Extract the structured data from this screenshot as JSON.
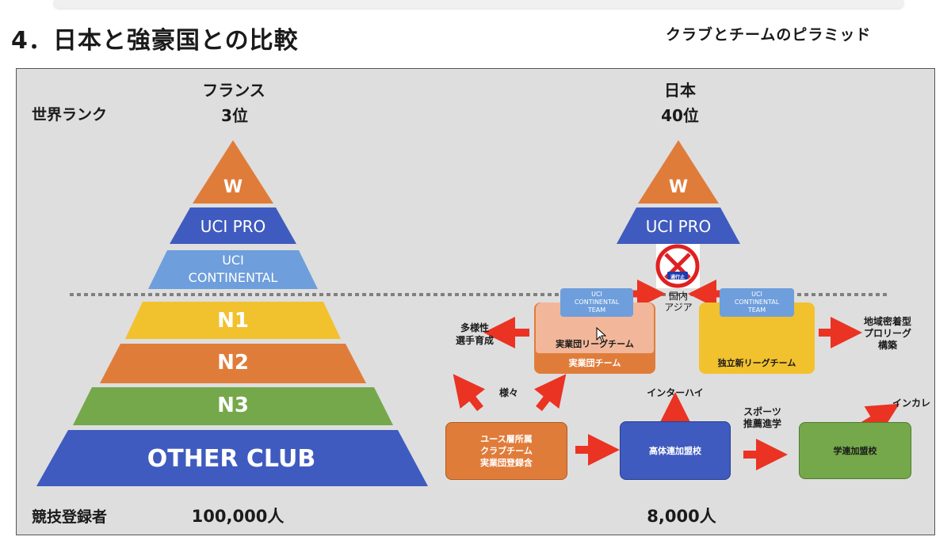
{
  "title": "4．日本と強豪国との比較",
  "subtitle": "クラブとチームのピラミッド",
  "labels": {
    "world_rank": "世界ランク",
    "registered": "競技登録者"
  },
  "france": {
    "name": "フランス",
    "rank": "3位",
    "registered": "100,000人",
    "tiers": [
      "W",
      "UCI PRO",
      "UCI\nCONTINENTAL",
      "N1",
      "N2",
      "N3",
      "OTHER CLUB"
    ]
  },
  "japan": {
    "name": "日本",
    "rank": "40位",
    "registered": "8,000人",
    "tiers": [
      "W",
      "UCI PRO"
    ],
    "sign": "通行止",
    "domestic_asia": "国内\nアジア",
    "uci_team_label": "UCI\nCONTINENTAL\nTEAM",
    "jitsugyodan_league": "実業団リーグチーム",
    "jitsugyodan_team": "実業団チーム",
    "new_league_team": "独立新リーグチーム",
    "diversity": "多様性\n選手育成",
    "regional": "地域密着型\nプロリーグ\n構築",
    "various": "様々",
    "youth": "ユース層所属\nクラブチーム\n実業団登録含",
    "highschool": "高体連加盟校",
    "interhigh": "インターハイ",
    "sports_rec": "スポーツ\n推薦進学",
    "university": "学連加盟校",
    "intercollege": "インカレ"
  },
  "colors": {
    "orange": "#e07c3a",
    "navy": "#3f5bbf",
    "lightblue": "#6e9edc",
    "yellow": "#f2c12e",
    "green": "#74a84a",
    "arrow": "#ea3323",
    "panel": "#dedede"
  }
}
